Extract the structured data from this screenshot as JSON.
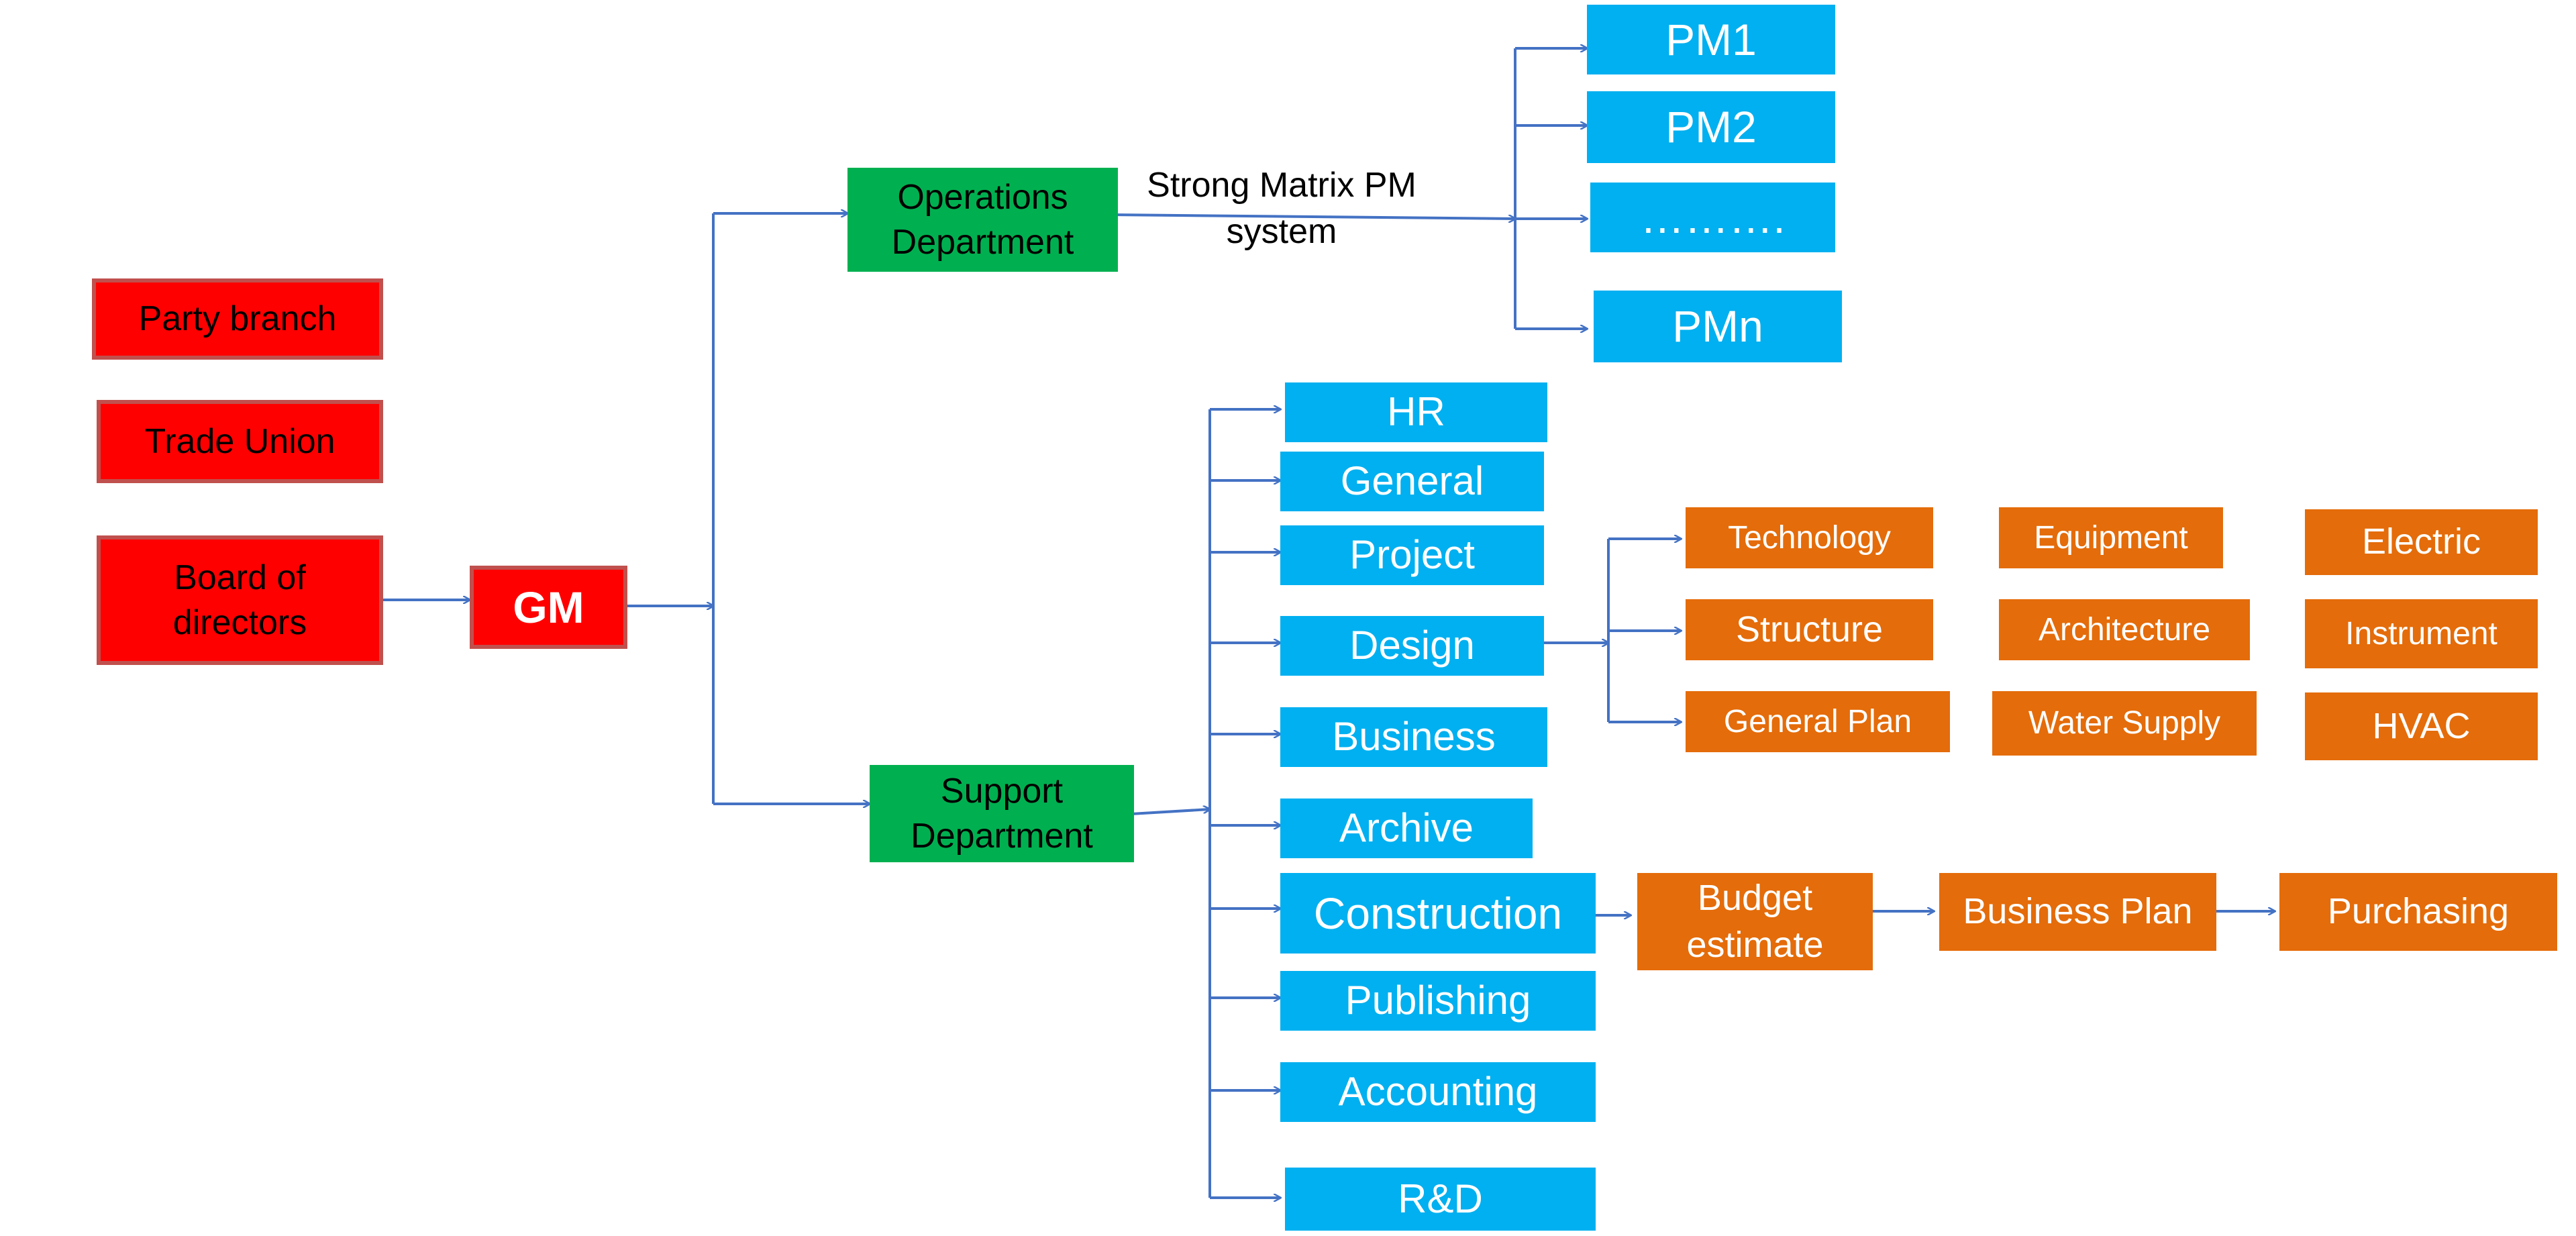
{
  "colors": {
    "red": "#ff0000",
    "green": "#00b050",
    "blue": "#00b0f0",
    "orange": "#e46c0a",
    "connector": "#4472c4"
  },
  "left": {
    "party_branch": "Party branch",
    "trade_union": "Trade Union",
    "board_line1": "Board of",
    "board_line2": "directors"
  },
  "gm": "GM",
  "operations": {
    "line1": "Operations",
    "line2": "Department"
  },
  "support": {
    "line1": "Support",
    "line2": "Department"
  },
  "matrix_label": {
    "line1": "Strong Matrix PM",
    "line2": "system"
  },
  "pm_items": [
    "PM1",
    "PM2",
    "……….",
    "PMn"
  ],
  "support_items": [
    "HR",
    "General",
    "Project",
    "Design",
    "Business",
    "Archive",
    "Construction",
    "Publishing",
    "Accounting",
    "R&D"
  ],
  "design_items": {
    "col1": [
      "Technology",
      "Structure",
      "General Plan"
    ],
    "col2": [
      "Equipment",
      "Architecture",
      "Water Supply"
    ],
    "col3": [
      "Electric",
      "Instrument",
      "HVAC"
    ]
  },
  "construction_chain": {
    "budget_line1": "Budget",
    "budget_line2": "estimate",
    "business_plan": "Business Plan",
    "purchasing": "Purchasing"
  }
}
